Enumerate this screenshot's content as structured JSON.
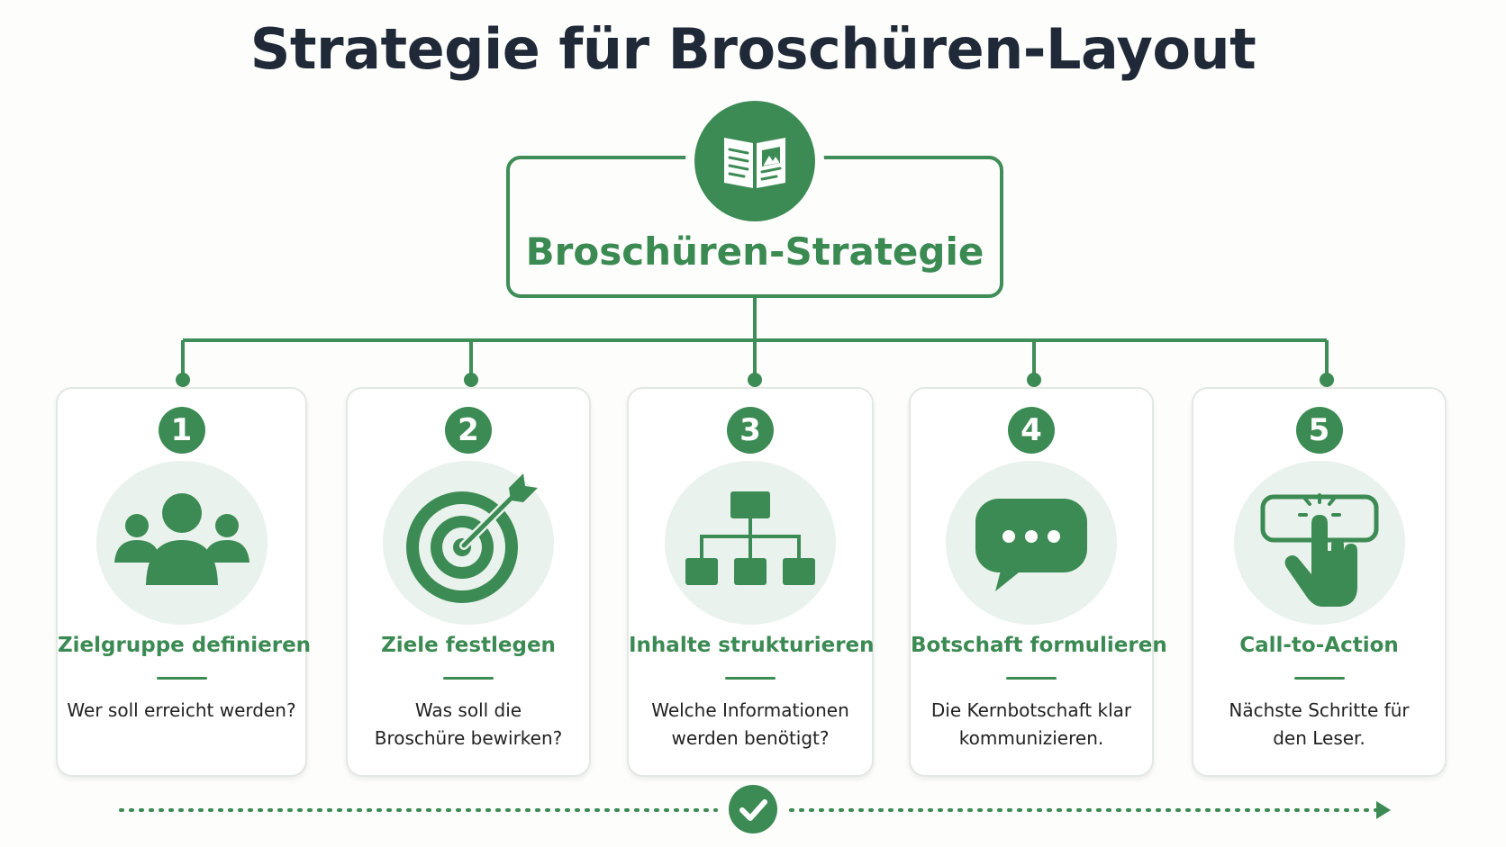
{
  "title": "Strategie für Broschüren-Layout",
  "center": {
    "label": "Broschüren-Strategie",
    "icon": "brochure-icon"
  },
  "steps": [
    {
      "number": "1",
      "title": "Zielgruppe definieren",
      "desc_lines": [
        "Wer soll erreicht werden?"
      ],
      "icon": "people-group-icon"
    },
    {
      "number": "2",
      "title": "Ziele festlegen",
      "desc_lines": [
        "Was soll die",
        "Broschüre bewirken?"
      ],
      "icon": "target-arrow-icon"
    },
    {
      "number": "3",
      "title": "Inhalte strukturieren",
      "desc_lines": [
        "Welche Informationen",
        "werden benötigt?"
      ],
      "icon": "hierarchy-icon"
    },
    {
      "number": "4",
      "title": "Botschaft formulieren",
      "desc_lines": [
        "Die Kernbotschaft klar",
        "kommunizieren."
      ],
      "icon": "chat-bubble-icon"
    },
    {
      "number": "5",
      "title": "Call-to-Action",
      "desc_lines": [
        "Nächste Schritte für",
        "den Leser."
      ],
      "icon": "click-hand-icon"
    }
  ],
  "footer": {
    "icon": "checkmark-icon"
  },
  "colors": {
    "accent": "#3d8b54",
    "accent_light": "#e9f2ec",
    "title": "#1f2937"
  }
}
